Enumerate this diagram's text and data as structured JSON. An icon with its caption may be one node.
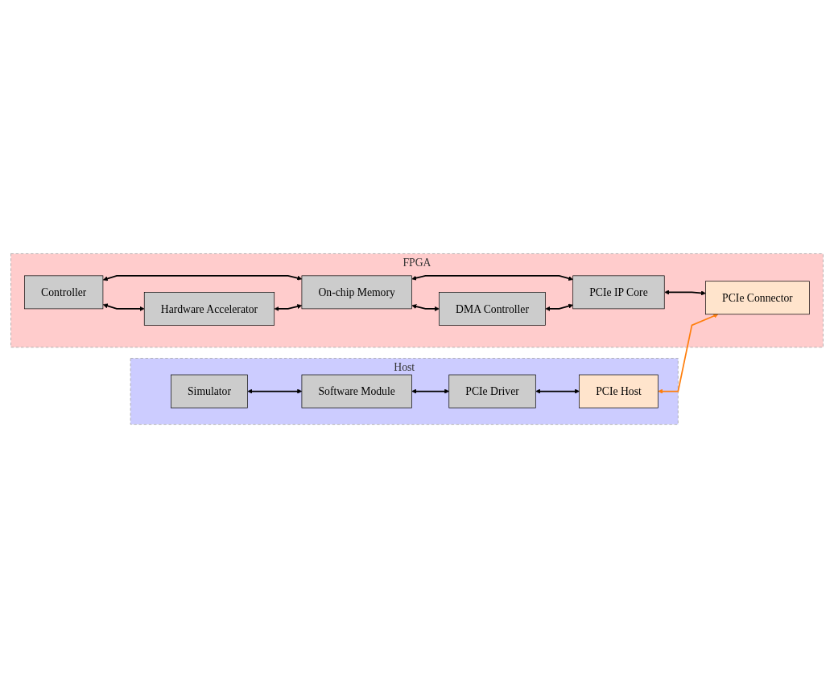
{
  "diagram": {
    "nodes": [
      {
        "text": [
          "Host"
        ]
      },
      {
        "text": [
          "Simulator"
        ],
        "in": 0
      },
      {
        "text": [
          "Software Module"
        ],
        "in": 0
      },
      {
        "text": [
          "PCIe Driver"
        ],
        "in": 0
      },
      {
        "text": [
          "PCIe Host"
        ],
        "in": 0
      },
      {
        "text": [
          "FPGA"
        ]
      },
      {
        "text": [
          "Controller"
        ],
        "in": 5
      },
      {
        "text": [
          "Hardware Accelerator"
        ],
        "in": 5
      },
      {
        "text": [
          "On-chip Memory"
        ],
        "in": 5
      },
      {
        "text": [
          "DMA Controller"
        ],
        "in": 5
      },
      {
        "text": [
          "PCIe IP Core"
        ],
        "in": 5
      },
      {
        "text": [
          "PCIe Connector"
        ],
        "in": 5
      }
    ],
    "edges": [
      {
        "from": 1,
        "to": 2,
        "arrow": "both"
      },
      {
        "from": 2,
        "to": 3,
        "arrow": "both"
      },
      {
        "from": 3,
        "to": 4,
        "arrow": "both"
      },
      {
        "from": 6,
        "to": 7,
        "arrow": "both"
      },
      {
        "from": 6,
        "to": 8,
        "arrow": "both"
      },
      {
        "from": 7,
        "to": 8,
        "arrow": "both"
      },
      {
        "from": 8,
        "to": 9,
        "arrow": "both"
      },
      {
        "from": 8,
        "to": 10,
        "arrow": "both"
      },
      {
        "from": 9,
        "to": 10,
        "arrow": "both"
      },
      {
        "from": 10,
        "to": 11,
        "arrow": "both"
      },
      {
        "from": 4,
        "to": 11,
        "arrow": "both",
        "color": "#ff7f0e"
      }
    ]
  }
}
